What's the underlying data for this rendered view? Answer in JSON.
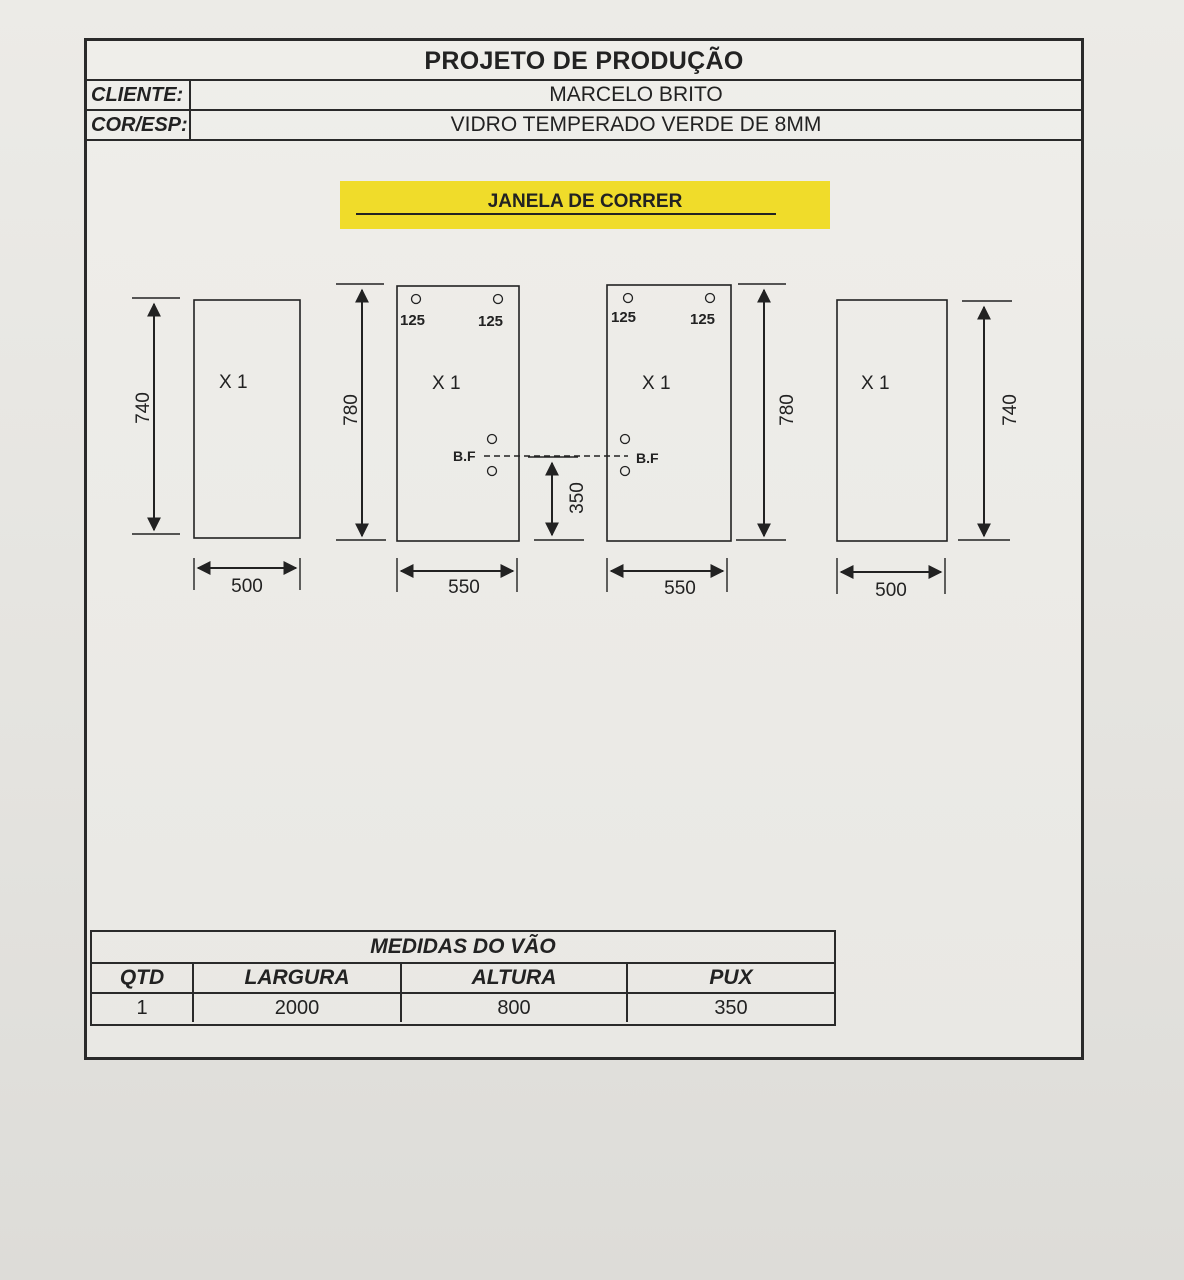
{
  "header": {
    "title": "PROJETO DE PRODUÇÃO",
    "client_label": "CLIENTE:",
    "client_value": "MARCELO BRITO",
    "color_label": "COR/ESP:",
    "color_value": "VIDRO TEMPERADO VERDE DE 8MM"
  },
  "section_title": "JANELA DE CORRER",
  "panels": [
    {
      "quantity": "X 1",
      "width": "500",
      "height": "740"
    },
    {
      "quantity": "X 1",
      "width": "550",
      "height": "780",
      "hole_left": "125",
      "hole_right": "125",
      "lock_label": "B.F",
      "lock_height": "350"
    },
    {
      "quantity": "X 1",
      "width": "550",
      "height": "780",
      "hole_left": "125",
      "hole_right": "125",
      "lock_label": "B.F"
    },
    {
      "quantity": "X 1",
      "width": "500",
      "height": "740"
    }
  ],
  "measurements": {
    "title": "MEDIDAS DO VÃO",
    "headers": [
      "QTD",
      "LARGURA",
      "ALTURA",
      "PUX"
    ],
    "row": [
      "1",
      "2000",
      "800",
      "350"
    ]
  }
}
